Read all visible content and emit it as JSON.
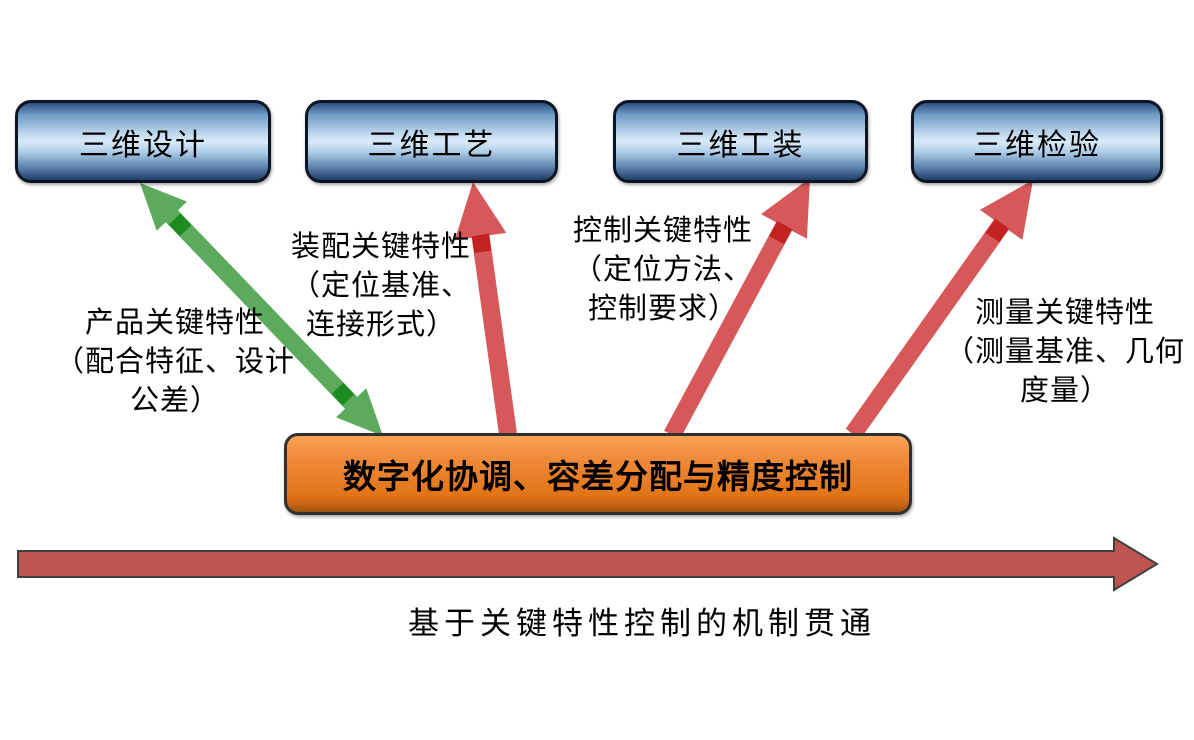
{
  "nodes": [
    {
      "label": "三维设计"
    },
    {
      "label": "三维工艺"
    },
    {
      "label": "三维工装"
    },
    {
      "label": "三维检验"
    }
  ],
  "center_node": {
    "label": "数字化协调、容差分配与精度控制"
  },
  "annotations": [
    {
      "lines": [
        "产品关键特性",
        "（配合特征、设计",
        "公差）"
      ]
    },
    {
      "lines": [
        "装配关键特性",
        "（定位基准、",
        "连接形式）"
      ]
    },
    {
      "lines": [
        "控制关键特性",
        "（定位方法、",
        "控制要求）"
      ]
    },
    {
      "lines": [
        "测量关键特性",
        "（测量基准、几何",
        "度量）"
      ]
    }
  ],
  "bottom_caption": "基于关键特性控制的机制贯通",
  "colors": {
    "node_fill_light": "#d9eaf8",
    "node_fill_dark": "#24466e",
    "node_border": "#0d1524",
    "center_fill": "#e87e27",
    "green_arrow": "#5cab5d",
    "green_arrow_diamond": "#1d8c20",
    "red_arrow": "#d65858",
    "red_arrow_diamond": "#c32222",
    "bottom_arrow": "#bf5550",
    "bottom_arrow_outline": "#3f3f3f"
  }
}
